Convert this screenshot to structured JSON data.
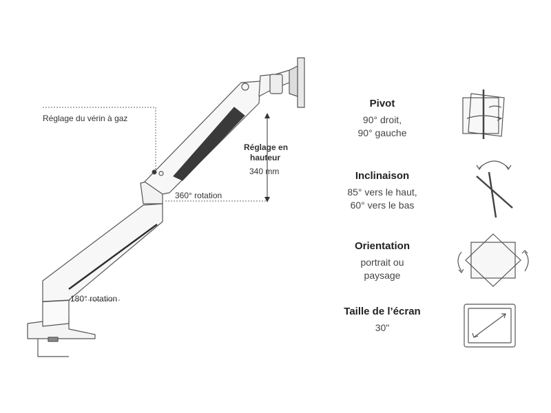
{
  "labels": {
    "gas_spring": "Réglage du vérin à gaz",
    "height_title_1": "Réglage en",
    "height_title_2": "hauteur",
    "height_value": "340 mm",
    "rotation_360": "360° rotation",
    "rotation_180": "180° rotation"
  },
  "features": [
    {
      "id": "pivot",
      "title": "Pivot",
      "lines": [
        "90° droit,",
        "90° gauche"
      ],
      "icon": "pivot-icon"
    },
    {
      "id": "tilt",
      "title": "Inclinaison",
      "lines": [
        "85° vers le haut,",
        "60° vers le bas"
      ],
      "icon": "tilt-icon"
    },
    {
      "id": "orientation",
      "title": "Orientation",
      "lines": [
        "portrait ou",
        "paysage"
      ],
      "icon": "orientation-icon"
    },
    {
      "id": "screen-size",
      "title": "Taille de l’écran",
      "lines": [
        "30\""
      ],
      "icon": "screen-size-icon"
    }
  ],
  "colors": {
    "line": "#555555",
    "pad": "#3a3a3a",
    "text": "#333333"
  }
}
